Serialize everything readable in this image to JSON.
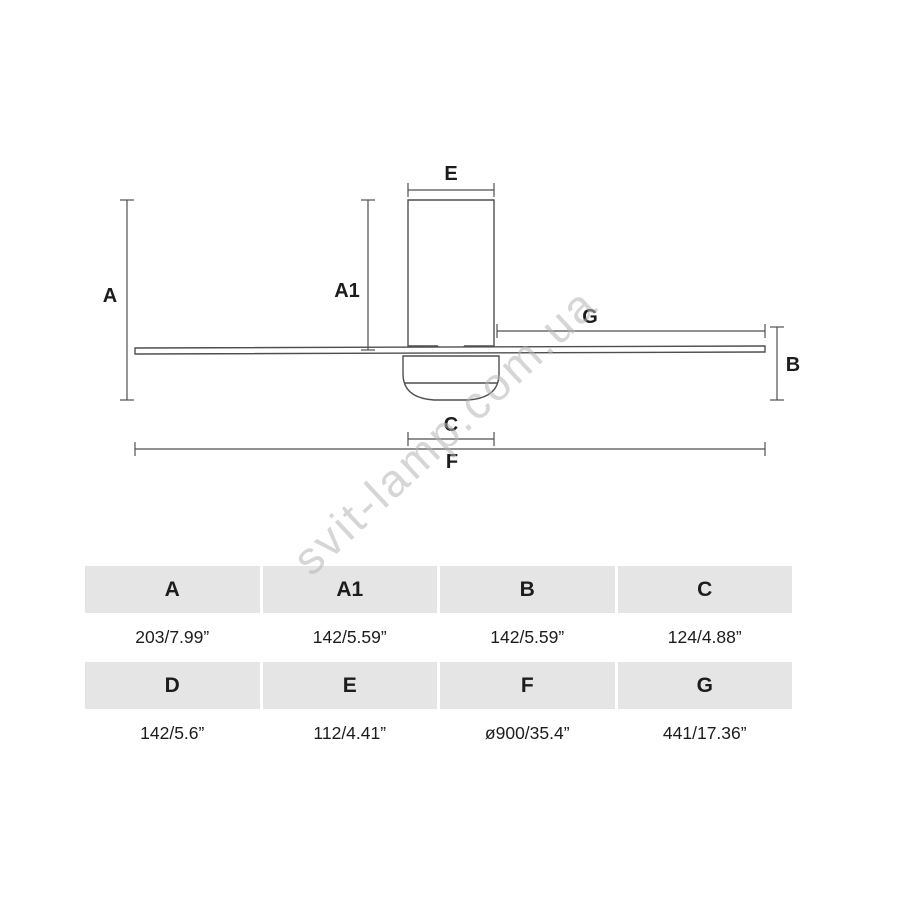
{
  "watermark": "svit-lamp.com.ua",
  "diagram": {
    "labels": {
      "A": "A",
      "A1": "A1",
      "B": "B",
      "C": "C",
      "E": "E",
      "F": "F",
      "G": "G"
    }
  },
  "table": {
    "rows": [
      {
        "headers": [
          "A",
          "A1",
          "B",
          "C"
        ],
        "values": [
          "203/7.99”",
          "142/5.59”",
          "142/5.59”",
          "124/4.88”"
        ]
      },
      {
        "headers": [
          "D",
          "E",
          "F",
          "G"
        ],
        "values": [
          "142/5.6”",
          "112/4.41”",
          "ø900/35.4”",
          "441/17.36”"
        ]
      }
    ]
  }
}
